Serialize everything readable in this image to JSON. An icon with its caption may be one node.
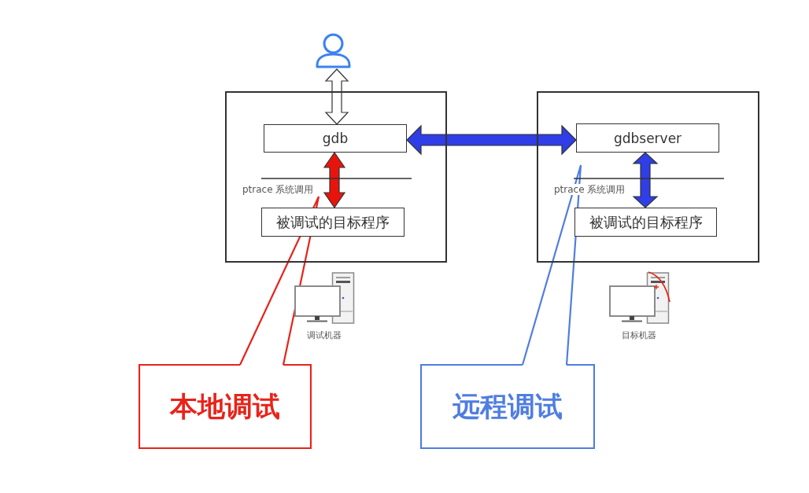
{
  "diagram": {
    "nodes": [
      {
        "text": [],
        "shape": "person"
      },
      {
        "text": [],
        "shape": "box"
      },
      {
        "text": [
          "gdb"
        ],
        "in": 1
      },
      {
        "text": [
          "被调试的目标程序"
        ],
        "in": 1
      },
      {
        "text": [],
        "shape": "box"
      },
      {
        "text": [
          "gdbserver"
        ],
        "in": 4
      },
      {
        "text": [
          "被调试的目标程序"
        ],
        "in": 4
      },
      {
        "text": [
          "本地调试"
        ]
      },
      {
        "text": [
          "远程调试"
        ]
      }
    ],
    "edges": [
      {
        "from": 0,
        "to": 2,
        "arrow": "both",
        "style": "thick",
        "color": "#ffffff"
      },
      {
        "from": 2,
        "to": 5,
        "arrow": "both",
        "style": "thick",
        "color": "#2f3ee6"
      },
      {
        "from": 2,
        "to": 3,
        "arrow": "both",
        "style": "thick",
        "color": "#e8140c"
      },
      {
        "from": 5,
        "to": 6,
        "arrow": "both",
        "style": "thick",
        "color": "#2f3ee6"
      },
      {
        "from": 7,
        "to": null,
        "arrow": "none",
        "color": "#e8231a"
      },
      {
        "from": 8,
        "to": null,
        "arrow": "none",
        "color": "#4f7de0"
      }
    ],
    "labels": [
      "ptrace 系统调用",
      "ptrace 系统调用",
      "调试机器",
      "目标机器"
    ]
  }
}
